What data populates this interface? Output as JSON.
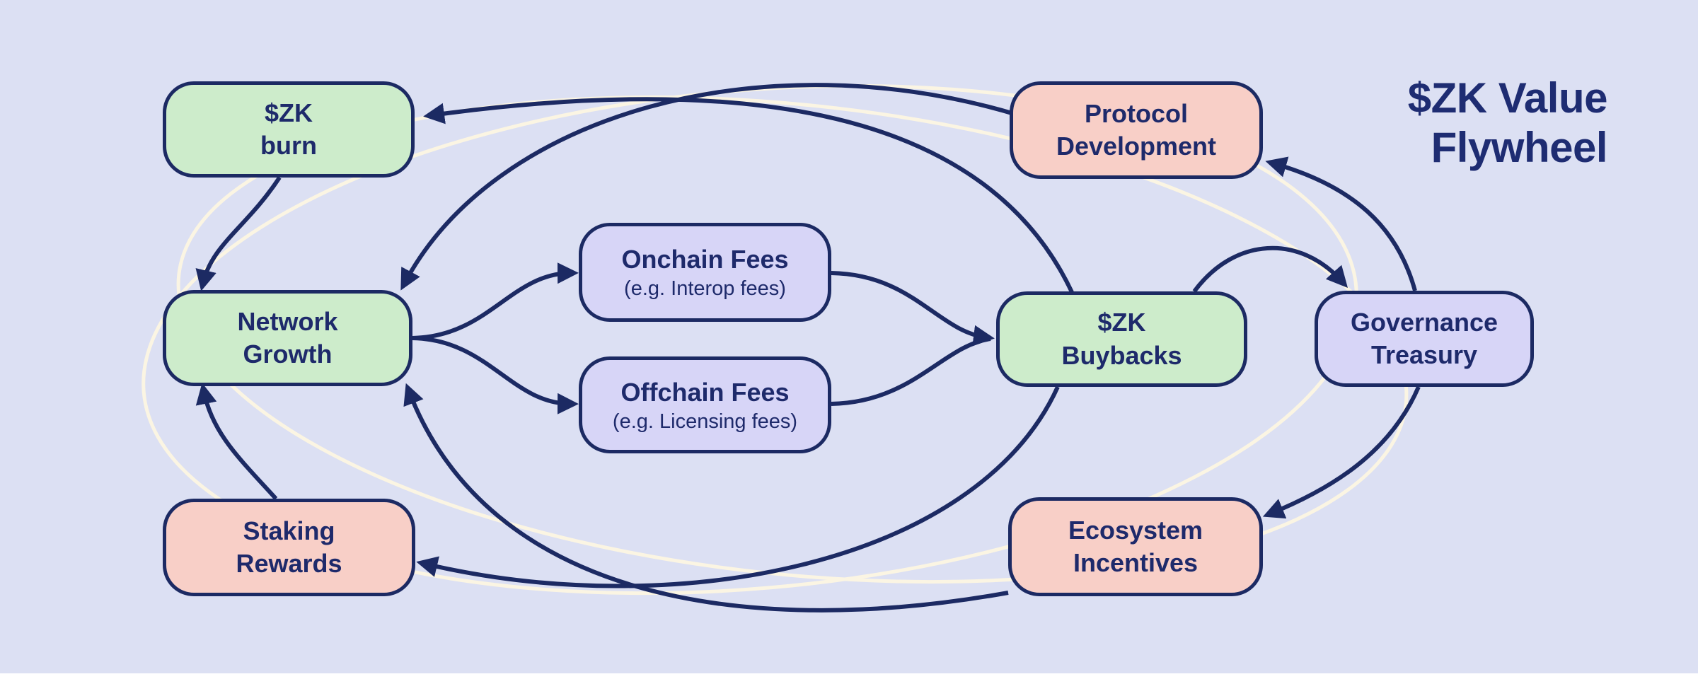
{
  "title": {
    "line1": "$ZK Value",
    "line2": "Flywheel"
  },
  "nodes": {
    "zk_burn": {
      "line1": "$ZK",
      "line2": "burn",
      "color": "green"
    },
    "protocol_development": {
      "line1": "Protocol",
      "line2": "Development",
      "color": "pink"
    },
    "network_growth": {
      "line1": "Network",
      "line2": "Growth",
      "color": "green"
    },
    "onchain_fees": {
      "line1": "Onchain Fees",
      "sub": "(e.g. Interop fees)",
      "color": "lavender"
    },
    "offchain_fees": {
      "line1": "Offchain Fees",
      "sub": "(e.g. Licensing fees)",
      "color": "lavender"
    },
    "zk_buybacks": {
      "line1": "$ZK",
      "line2": "Buybacks",
      "color": "green"
    },
    "governance_treasury": {
      "line1": "Governance",
      "line2": "Treasury",
      "color": "lavender"
    },
    "staking_rewards": {
      "line1": "Staking",
      "line2": "Rewards",
      "color": "pink"
    },
    "ecosystem_incentives": {
      "line1": "Ecosystem",
      "line2": "Incentives",
      "color": "pink"
    }
  },
  "edges": [
    {
      "from": "network_growth",
      "to": "onchain_fees"
    },
    {
      "from": "network_growth",
      "to": "offchain_fees"
    },
    {
      "from": "onchain_fees",
      "to": "zk_buybacks"
    },
    {
      "from": "offchain_fees",
      "to": "zk_buybacks"
    },
    {
      "from": "zk_buybacks",
      "to": "governance_treasury"
    },
    {
      "from": "zk_buybacks",
      "to": "zk_burn"
    },
    {
      "from": "zk_buybacks",
      "to": "staking_rewards"
    },
    {
      "from": "zk_burn",
      "to": "network_growth"
    },
    {
      "from": "protocol_development",
      "to": "network_growth"
    },
    {
      "from": "governance_treasury",
      "to": "protocol_development"
    },
    {
      "from": "governance_treasury",
      "to": "ecosystem_incentives"
    },
    {
      "from": "ecosystem_incentives",
      "to": "network_growth"
    },
    {
      "from": "staking_rewards",
      "to": "network_growth"
    }
  ],
  "colors": {
    "background": "#dce0f3",
    "navy": "#1c2a63",
    "text": "#1e2a6b",
    "green_fill": "#cdeccb",
    "pink_fill": "#f8cfc7",
    "lavender_fill": "#d7d5f7",
    "cream_arc": "#fbf5e3"
  }
}
